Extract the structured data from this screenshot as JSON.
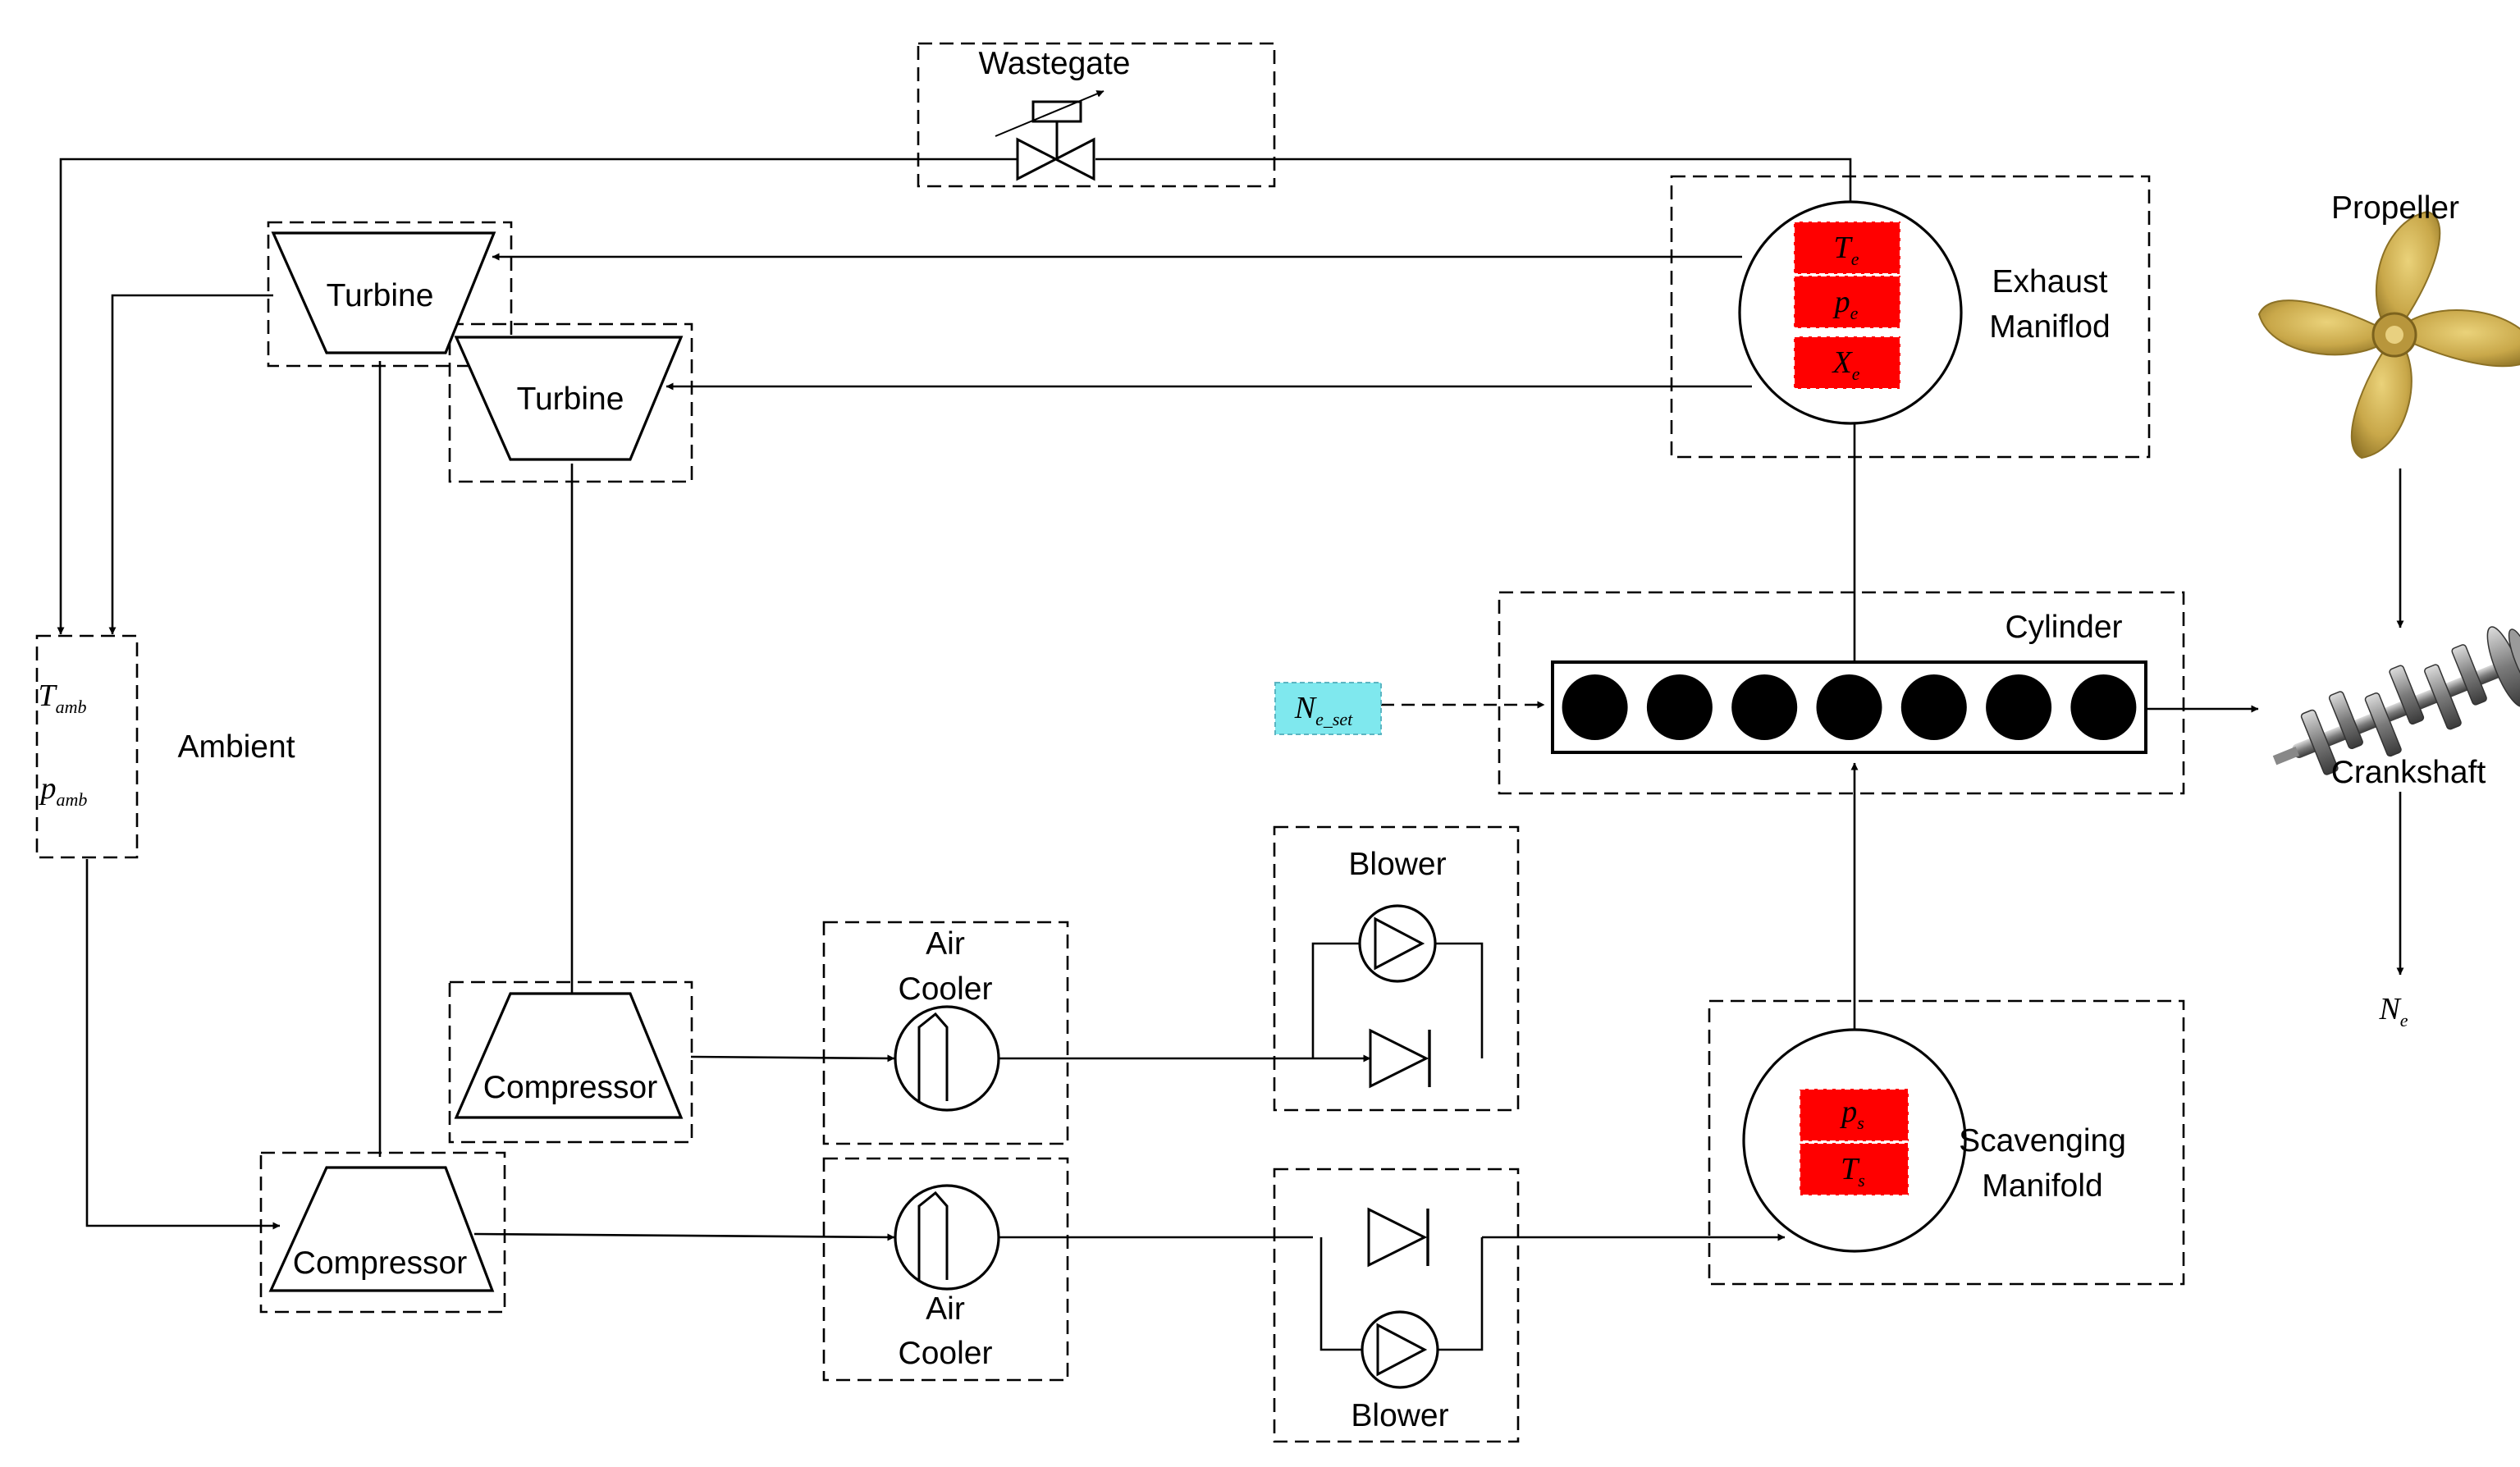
{
  "colors": {
    "state_fill": "#ff0000",
    "setpoint_fill": "#7fe8ee",
    "line": "#000000",
    "propeller": "#c9a84a",
    "crankshaft": "#6e6e6e"
  },
  "labels": {
    "wastegate": "Wastegate",
    "turbine_upper": "Turbine",
    "turbine_lower": "Turbine",
    "compressor_upper": "Compressor",
    "compressor_lower": "Compressor",
    "air_cooler_upper": [
      "Air",
      "Cooler"
    ],
    "air_cooler_lower": [
      "Air",
      "Cooler"
    ],
    "blower_upper": "Blower",
    "blower_lower": "Blower",
    "ambient": "Ambient",
    "cylinder": "Cylinder",
    "exhaust_manifold": [
      "Exhaust",
      "Maniflod"
    ],
    "scavenging_manifold": [
      "Scavenging",
      "Manifold"
    ],
    "propeller": "Propeller",
    "crankshaft": "Crankshaft"
  },
  "symbols": {
    "ambient_temperature": {
      "base": "T",
      "sub": "amb"
    },
    "ambient_pressure": {
      "base": "p",
      "sub": "amb"
    },
    "exhaust_temperature": {
      "base": "T",
      "sub": "e"
    },
    "exhaust_pressure": {
      "base": "p",
      "sub": "e"
    },
    "exhaust_composition": {
      "base": "X",
      "sub": "e"
    },
    "scavenging_pressure": {
      "base": "p",
      "sub": "s"
    },
    "scavenging_temperature": {
      "base": "T",
      "sub": "s"
    },
    "engine_speed_setpoint": {
      "base": "N",
      "sub": "e_set"
    },
    "engine_speed": {
      "base": "N",
      "sub": "e"
    }
  },
  "icons": {
    "wastegate": "valve-icon",
    "air_cooler": "heat-exchanger-icon",
    "blower": "pump-icon",
    "check_valve": "diode-icon",
    "propeller": "propeller-icon",
    "crankshaft": "crankshaft-icon"
  },
  "cylinder_count": 7
}
